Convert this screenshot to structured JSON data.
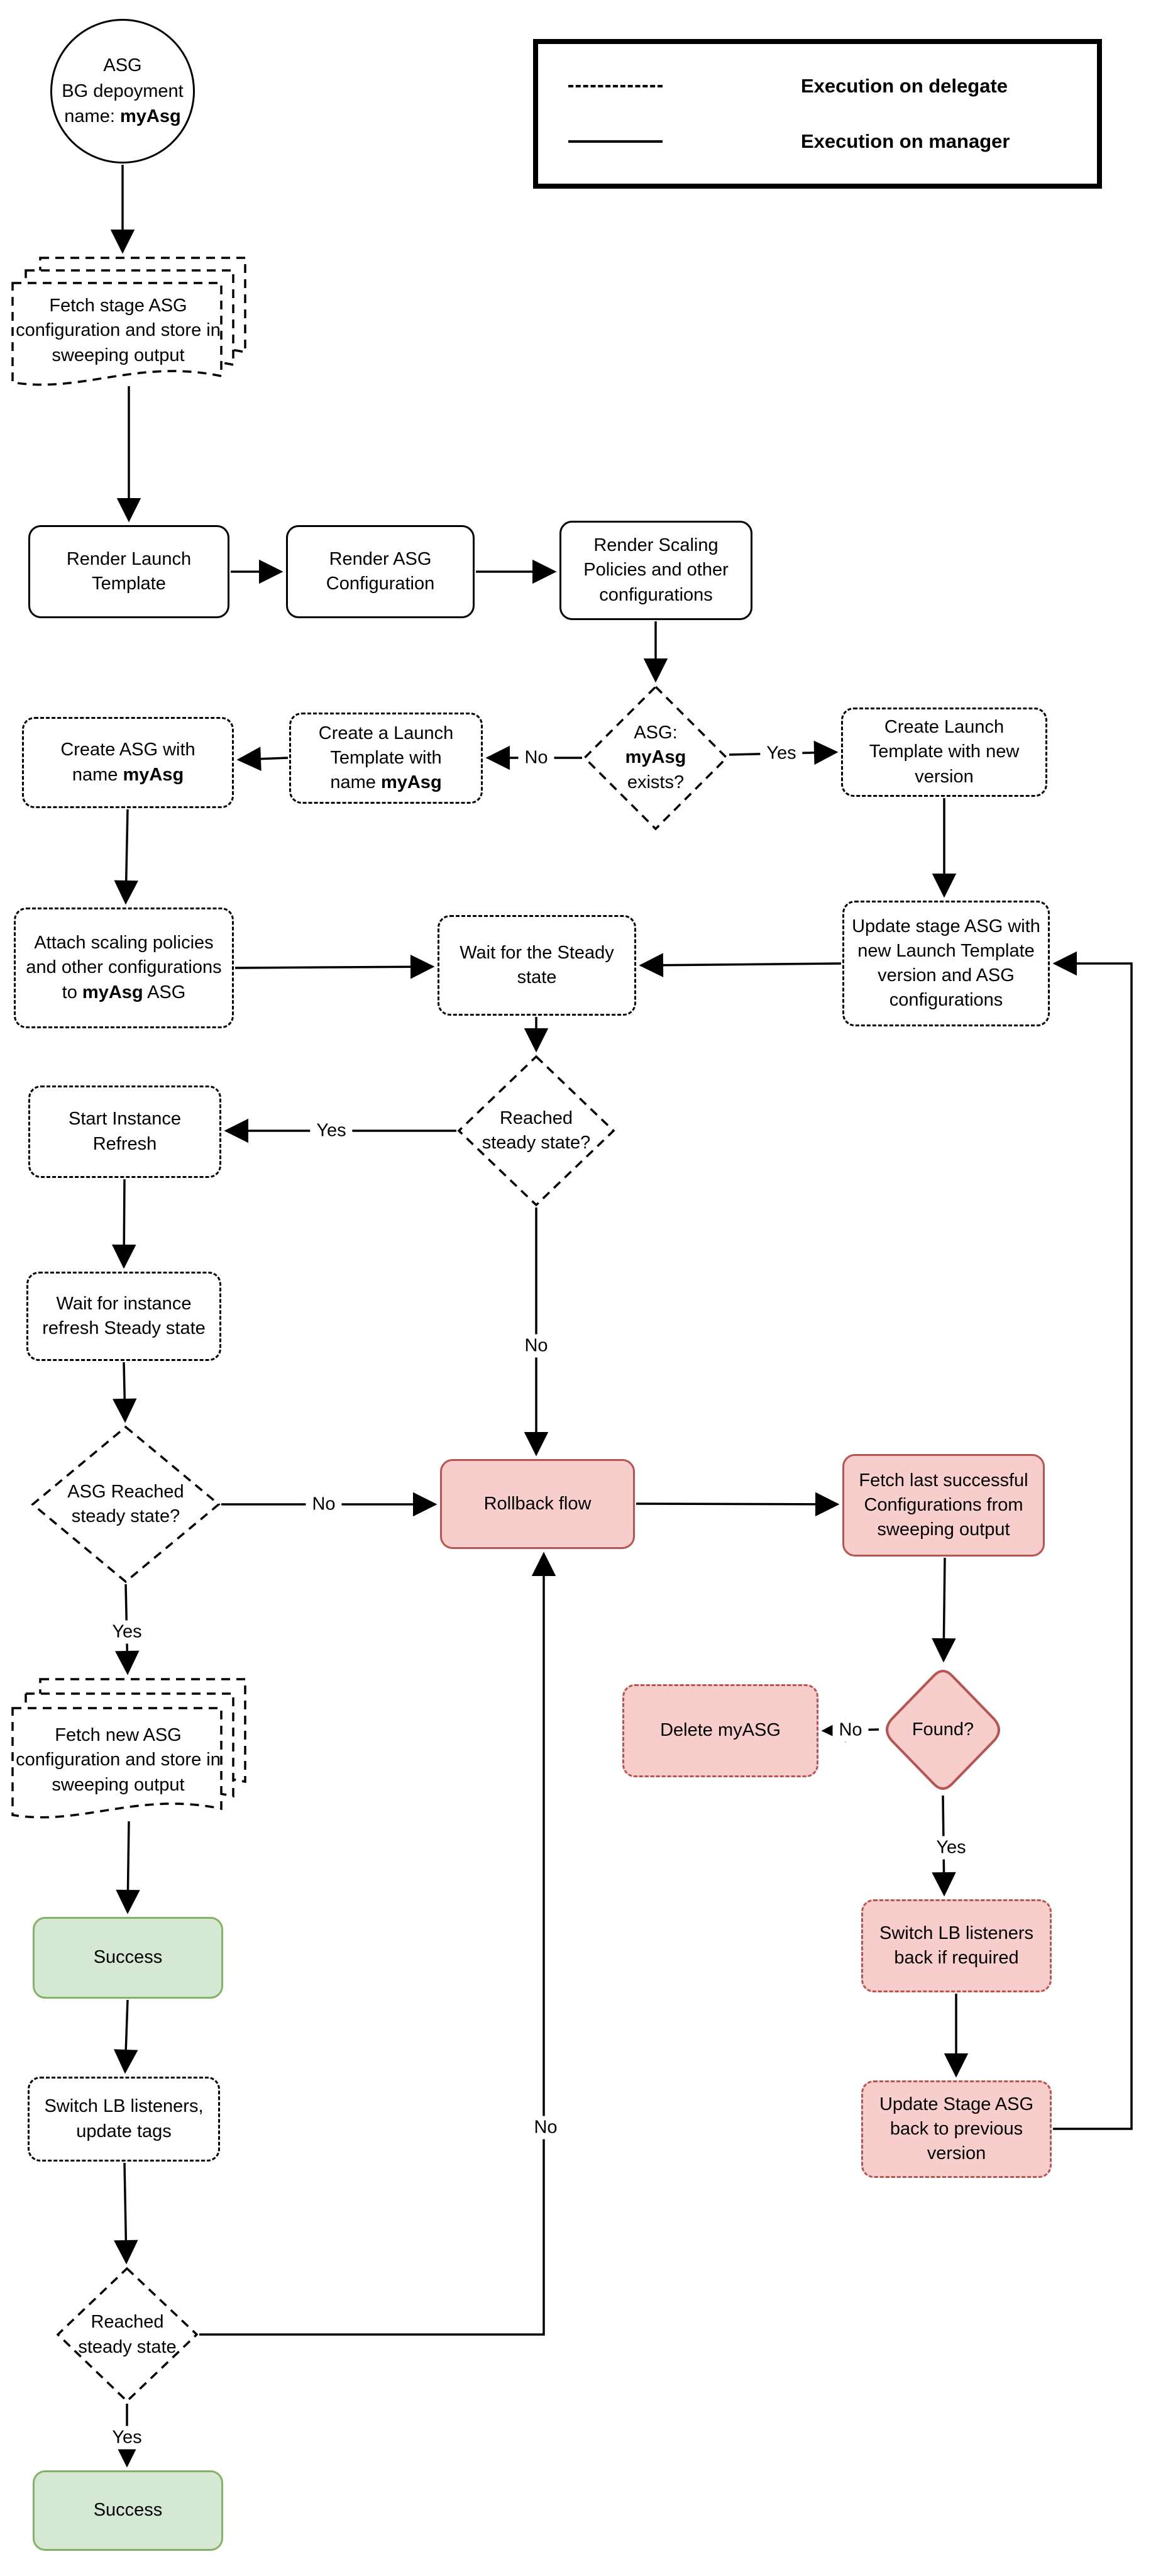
{
  "legend": {
    "delegate": "Execution on delegate",
    "manager": "Execution on manager"
  },
  "start": {
    "line1": "ASG",
    "line2": "BG depoyment",
    "line3_prefix": "name: ",
    "line3_bold": "myAsg"
  },
  "nodes": {
    "fetch_stage": {
      "text": "Fetch stage ASG configuration and store in sweeping output"
    },
    "render_launch_template": {
      "text": "Render Launch Template"
    },
    "render_asg_configuration": {
      "text": "Render ASG Configuration"
    },
    "render_scaling_policies": {
      "text": "Render Scaling Policies and other configurations"
    },
    "asg_exists": {
      "prefix": "ASG:",
      "bold": "myAsg",
      "suffix": " exists?"
    },
    "create_launch_template_named": {
      "prefix": "Create a Launch Template with name ",
      "bold": "myAsg"
    },
    "create_asg_named": {
      "prefix": "Create ASG with name ",
      "bold": "myAsg"
    },
    "create_launch_template_new_version": {
      "text": "Create Launch Template with new version"
    },
    "attach_scaling": {
      "prefix": "Attach scaling policies and other configurations to ",
      "bold": "myAsg",
      "suffix": " ASG"
    },
    "wait_steady": {
      "text": "Wait for the Steady state"
    },
    "update_stage_asg": {
      "text": "Update stage ASG with new Launch Template version and ASG configurations"
    },
    "reached_steady_q": {
      "text": "Reached steady state?"
    },
    "start_instance_refresh": {
      "text": "Start Instance Refresh"
    },
    "wait_instance_refresh": {
      "text": "Wait for instance refresh Steady state"
    },
    "asg_reached_steady_q": {
      "text": "ASG Reached steady state?"
    },
    "rollback_flow": {
      "text": "Rollback flow"
    },
    "fetch_last_successful": {
      "text": "Fetch last successful Configurations from sweeping output"
    },
    "found_q": {
      "text": "Found?"
    },
    "delete_myasg": {
      "text": "Delete myASG"
    },
    "fetch_new_asg": {
      "text": "Fetch new ASG configuration and store in sweeping output"
    },
    "success_1": {
      "text": "Success"
    },
    "switch_lb_update_tags": {
      "text": "Switch LB listeners, update tags"
    },
    "switch_lb_back": {
      "text": "Switch LB listeners back if required"
    },
    "update_stage_back": {
      "text": "Update Stage ASG back to previous version"
    },
    "reached_steady_bottom": {
      "text": "Reached steady state"
    },
    "success_2": {
      "text": "Success"
    }
  },
  "edge_labels": {
    "no_exists": "No",
    "yes_exists": "Yes",
    "yes_reached": "Yes",
    "no_reached": "No",
    "no_asg_reached": "No",
    "yes_asg_reached": "Yes",
    "no_found": "No",
    "yes_found": "Yes",
    "yes_bottom": "Yes",
    "no_bottom": "No"
  },
  "colors": {
    "danger_fill": "#f8cecc",
    "danger_border": "#b85450",
    "success_fill": "#d5e8d4",
    "success_border": "#82b366",
    "line": "#000000"
  }
}
